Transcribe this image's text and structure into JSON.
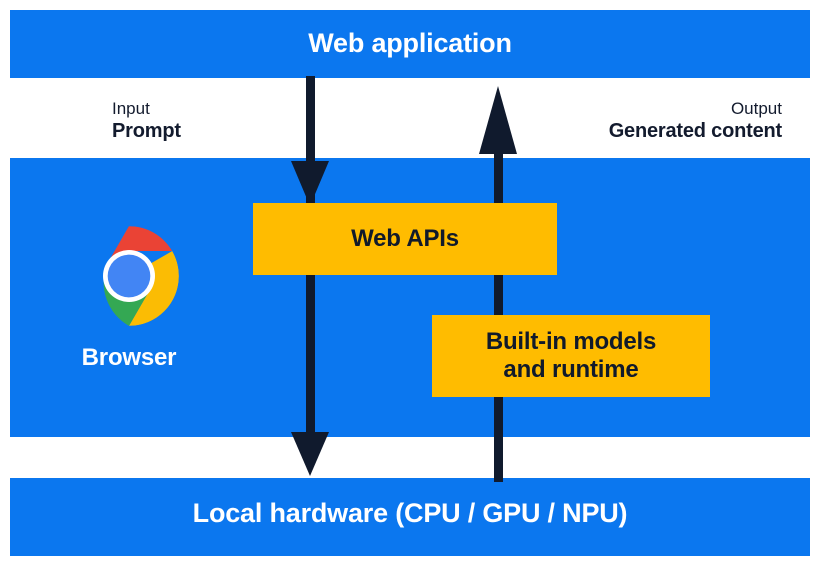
{
  "diagram": {
    "title": "Web application",
    "layers": [
      {
        "id": "web-application",
        "label": "Web application"
      },
      {
        "id": "browser",
        "label": "Browser"
      },
      {
        "id": "local-hardware",
        "label": "Local hardware (CPU / GPU / NPU)"
      }
    ],
    "top_bar": {
      "label": "Web application"
    },
    "bottom_bar": {
      "label": "Local hardware (CPU / GPU / NPU)"
    },
    "browser": {
      "label": "Browser",
      "icon": "chrome-logo-icon"
    },
    "flows": [
      {
        "id": "input",
        "kind": "Input",
        "value": "Prompt",
        "direction": "down",
        "icon": "arrow-down-icon"
      },
      {
        "id": "output",
        "kind": "Output",
        "value": "Generated content",
        "direction": "up",
        "icon": "arrow-up-icon"
      }
    ],
    "boxes": [
      {
        "id": "web-apis",
        "label": "Web APIs"
      },
      {
        "id": "builtin-models",
        "label": "Built-in models\nand runtime"
      }
    ],
    "colors": {
      "layer_blue": "#0b77ef",
      "box_yellow": "#ffbc00",
      "arrow_navy": "#101a2d",
      "text_on_blue": "#ffffff",
      "text_on_yellow": "#111a2b",
      "text_dark": "#131b2e",
      "chrome_red": "#ea4335",
      "chrome_yellow": "#fbbc04",
      "chrome_green": "#34a853",
      "chrome_blue": "#4285f4",
      "background": "#ffffff"
    }
  }
}
